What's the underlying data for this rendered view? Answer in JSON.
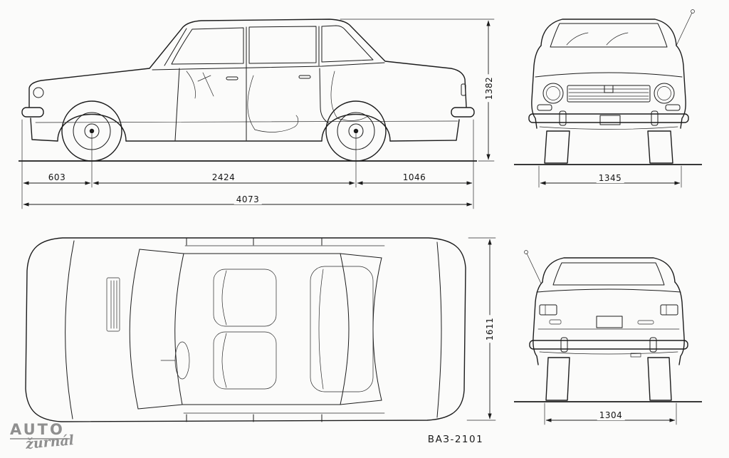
{
  "page": {
    "paper_color": "#fbfbfa",
    "ink_color": "#1c1c1c",
    "watermark_color": "#8f8f8f"
  },
  "dimensions": {
    "overall_height": "1382",
    "front_overhang": "603",
    "wheelbase": "2424",
    "rear_overhang": "1046",
    "overall_length": "4073",
    "front_track": "1345",
    "overall_width": "1611",
    "rear_track": "1304"
  },
  "labels": {
    "model": "ВАЗ-2101"
  },
  "watermark": {
    "line1": "AUTO",
    "line2": "žurnál"
  }
}
